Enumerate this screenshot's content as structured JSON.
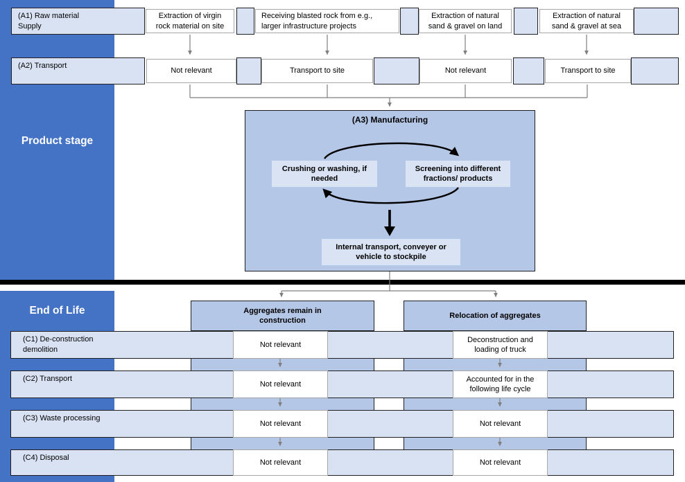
{
  "sidebar": {
    "product_stage_label": "Product stage",
    "end_of_life_label": "End of Life"
  },
  "product_stage": {
    "a1": {
      "label": "(A1) Raw material\nSupply",
      "cells": [
        "Extraction of virgin\nrock material on site",
        "Receiving blasted rock from e.g.,\nlarger infrastructure projects",
        "Extraction of natural\nsand & gravel on land",
        "Extraction of natural\nsand & gravel at sea"
      ]
    },
    "a2": {
      "label": "(A2) Transport",
      "cells": [
        "Not relevant",
        "Transport to site",
        "Not relevant",
        "Transport to site"
      ]
    },
    "a3": {
      "title": "(A3) Manufacturing",
      "crushing": "Crushing or washing, if\nneeded",
      "screening": "Screening into different\nfractions/ products",
      "internal_transport": "Internal transport, conveyer or\nvehicle to stockpile"
    }
  },
  "end_of_life": {
    "column_headers": [
      "Aggregates remain in\nconstruction",
      "Relocation of aggregates"
    ],
    "rows": [
      {
        "label": "(C1) De-construction\ndemolition",
        "cells": [
          "Not relevant",
          "Deconstruction and\nloading of truck"
        ]
      },
      {
        "label": "(C2) Transport",
        "cells": [
          "Not relevant",
          "Accounted for in the\nfollowing life cycle"
        ]
      },
      {
        "label": "(C3) Waste processing",
        "cells": [
          "Not relevant",
          "Not relevant"
        ]
      },
      {
        "label": "(C4) Disposal",
        "cells": [
          "Not relevant",
          "Not relevant"
        ]
      }
    ]
  },
  "colors": {
    "sidebar_blue": "#4472C4",
    "medium_blue": "#B4C7E7",
    "light_blue": "#D9E2F3",
    "divider_black": "#000000",
    "connector_gray": "#7F7F7F"
  }
}
